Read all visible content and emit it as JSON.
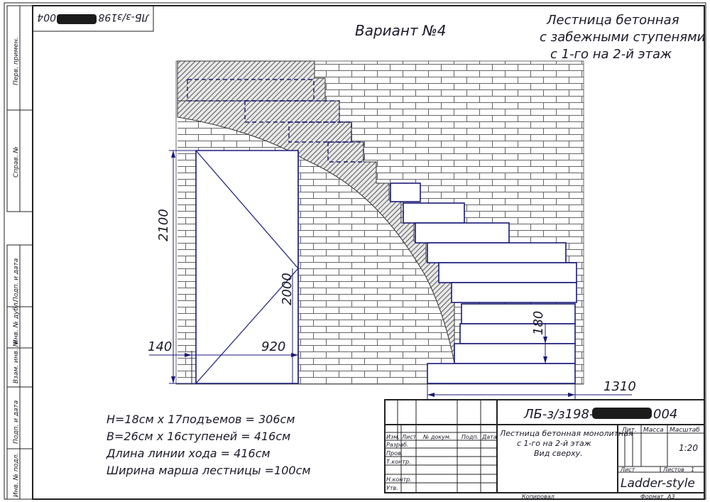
{
  "header": {
    "variant": "Вариант №4",
    "title_lines": [
      "Лестница бетонная",
      "с забежными ступенями",
      "с 1-го на 2-й этаж"
    ],
    "top_code_prefix": "ЛБ-з/з198",
    "top_code_suffix": "004"
  },
  "dimensions": {
    "d2100": "2100",
    "d2000": "2000",
    "d140": "140",
    "d920": "920",
    "d180": "180",
    "d1310": "1310"
  },
  "notes": [
    "Н=18см х 17подъемов = 306см",
    "В=26см х 16ступеней = 416см",
    "Длина линии хода = 416см",
    "Ширина марша лестницы =100см"
  ],
  "side_stamps": [
    "Перв. примен.",
    "Справ. №",
    "Подп. и дата",
    "Инв. № дубл.",
    "Взам. инв. №",
    "Подп. и дата",
    "Инв. № подл."
  ],
  "title_block": {
    "code_prefix": "ЛБ-з/з198-",
    "code_suffix": "004",
    "column_headers": [
      "Изм.",
      "Лист",
      "№ докум.",
      "Подп.",
      "Дата"
    ],
    "roles": [
      "Разраб.",
      "Пров.",
      "Т.контр.",
      "Н.контр.",
      "Утв."
    ],
    "description": [
      "Лестница бетонная монолитная",
      "с 1-го на 2-й этаж",
      "Вид сверху."
    ],
    "col_lit": "Лит.",
    "col_mass": "Масса",
    "col_scale": "Масштаб",
    "scale": "1:20",
    "sheet": "Лист",
    "sheets": "Листов",
    "sheets_count": "1",
    "org": "Ladder-style",
    "copied": "Копировал",
    "format": "Формат",
    "format_value": "А3"
  },
  "colors": {
    "line": "#1a1a7a",
    "brick": "#555555",
    "hatch": "#2a2a2a",
    "text": "#1a1a2a",
    "redaction": "#1c1c1c"
  }
}
